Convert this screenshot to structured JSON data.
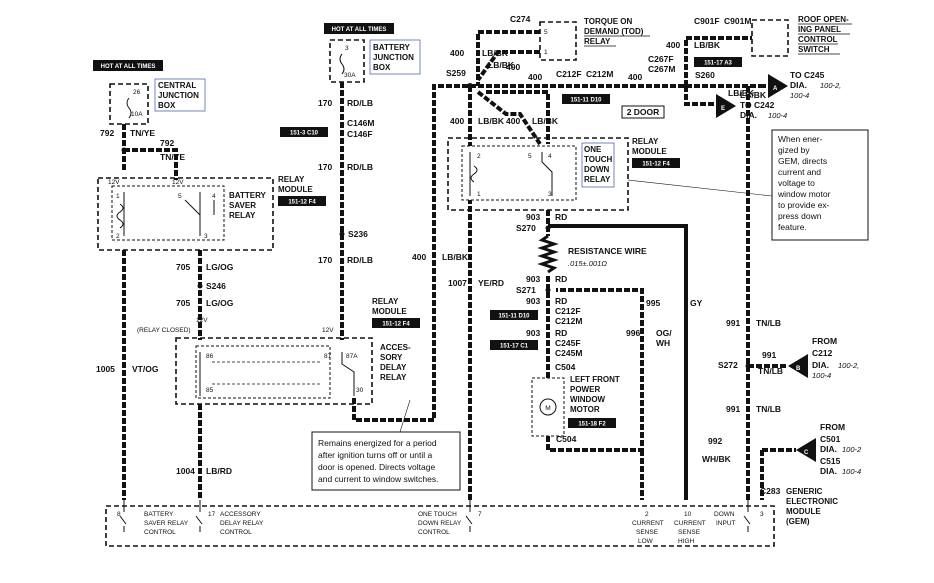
{
  "hot_labels": {
    "left": "HOT AT ALL TIMES",
    "middle": "HOT AT ALL TIMES"
  },
  "fuses": {
    "central": {
      "num": "26",
      "amp": "10A",
      "name": [
        "CENTRAL",
        "JUNCTION",
        "BOX"
      ]
    },
    "battery_jb": {
      "num": "3",
      "amp": "30A",
      "name": [
        "BATTERY",
        "JUNCTION",
        "BOX"
      ]
    }
  },
  "relays": {
    "battery_saver": {
      "name": [
        "BATTERY",
        "SAVER",
        "RELAY"
      ],
      "module": [
        "RELAY",
        "MODULE"
      ],
      "tag": "151-12 F4",
      "v1": "12V",
      "v2": "12V",
      "pins": [
        "1",
        "5",
        "4",
        "2",
        "3"
      ]
    },
    "accessory_delay": {
      "name": [
        "ACCES-",
        "SORY",
        "DELAY",
        "RELAY"
      ],
      "module": [
        "RELAY",
        "MODULE"
      ],
      "tag": "151-12 F4",
      "v1": "12V",
      "v2": "12V",
      "relay_closed": "(RELAY CLOSED)",
      "pins": [
        "86",
        "87",
        "87A",
        "85",
        "30"
      ]
    },
    "one_touch": {
      "name": [
        "ONE",
        "TOUCH",
        "DOWN",
        "RELAY"
      ],
      "module": [
        "RELAY",
        "MODULE"
      ],
      "tag": "151-12 F4",
      "pins": [
        "2",
        "5",
        "4",
        "1",
        "3"
      ]
    }
  },
  "wires": {
    "w792a": "792",
    "tn_ye_a": "TN/YE",
    "w792b": "792",
    "tn_ye_b": "TN/YE",
    "w705a": "705",
    "lg_og_a": "LG/OG",
    "s246": "S246",
    "w705b": "705",
    "lg_og_b": "LG/OG",
    "w1005": "1005",
    "vt_og": "VT/OG",
    "w1004": "1004",
    "lb_rd": "LB/RD",
    "w170a": "170",
    "rd_lb_a": "RD/LB",
    "c146m": "C146M",
    "c146f": "C146F",
    "tag_c10": "151-3 C10",
    "w170b": "170",
    "rd_lb_b": "RD/LB",
    "s236": "S236",
    "w170c": "170",
    "rd_lb_c": "RD/LB",
    "w400_side": "400",
    "lb_bk_side": "LB/BK",
    "c274": "C274",
    "tod_name": [
      "TORQUE ON",
      "DEMAND (TOD)",
      "RELAY"
    ],
    "tod_pins": [
      "5",
      "1"
    ],
    "w400_t1": "400",
    "lb_bk_t1": "LB/BK",
    "s259": "S259",
    "w400_t2": "400",
    "lb_bk_t2": "LB/BK",
    "w400_t3": "400",
    "c212f": "C212F",
    "c212m": "C212M",
    "w400_t4": "400",
    "c267f": "C267F",
    "c267m": "C267M",
    "s260": "S260",
    "w400_t5": "400",
    "lb_bk_t5": "LB/BK",
    "tag_a3": "151-17 A3",
    "tag_d10a": "151-11 D10",
    "w400_t6": "400",
    "lb_bk_t6": "LB/BK",
    "w400_t7": "400",
    "lb_bk_t7": "LB/BK",
    "c901f": "C901F",
    "c901m": "C901M",
    "roof_name": [
      "ROOF OPEN-",
      "ING PANEL",
      "CONTROL",
      "SWITCH"
    ],
    "w400_rf": "400",
    "lb_bk_rf": "LB/BK",
    "two_door": "2 DOOR",
    "to_c245": [
      "TO C245",
      "DIA."
    ],
    "ref_c245": [
      "100-2,",
      "100-4"
    ],
    "to_c242": [
      "TO C242",
      "DIA."
    ],
    "ref_c242": "100-4",
    "lb_bk_a": "LB/BK",
    "lb_bk_e": "LB/BK",
    "w903a": "903",
    "rd_a": "RD",
    "s270": "S270",
    "res_name": "RESISTANCE WIRE",
    "res_val": ".015±.001Ω",
    "w903b": "903",
    "rd_b": "RD",
    "s271": "S271",
    "w1007": "1007",
    "ye_rd": "YE/RD",
    "w903c": "903",
    "rd_c": "RD",
    "c212f2": "C212F",
    "c212m2": "C212M",
    "tag_d10b": "151-11 D10",
    "w903d": "903",
    "rd_d": "RD",
    "c245f": "C245F",
    "c245m": "C245M",
    "tag_c1": "151-17 C1",
    "c504a": "C504",
    "motor_name": [
      "LEFT FRONT",
      "POWER",
      "WINDOW",
      "MOTOR"
    ],
    "tag_f2": "151-18 F2",
    "c504b": "C504",
    "w995": "995",
    "gy": "GY",
    "w996": "996",
    "og_wh": [
      "OG/",
      "WH"
    ],
    "w991a": "991",
    "tn_lb_a": "TN/LB",
    "s272": "S272",
    "w991b": "991",
    "tn_lb_b": "TN/LB",
    "from_c212": [
      "FROM",
      "C212",
      "DIA."
    ],
    "ref_c212": [
      "100-2,",
      "100-4"
    ],
    "w991c": "991",
    "tn_lb_c": "TN/LB",
    "w992": "992",
    "wh_bk": "WH/BK",
    "from_c501": [
      "FROM",
      "C501",
      "DIA.",
      "C515",
      "DIA."
    ],
    "ref_c501a": "100-2",
    "ref_c501b": "100-4",
    "conn_b": "B",
    "conn_c": "C",
    "conn_a": "A",
    "conn_e": "E"
  },
  "gem": {
    "c283": "C283",
    "name": [
      "GENERIC",
      "ELECTRONIC",
      "MODULE",
      "(GEM)"
    ],
    "pins": [
      {
        "num": "8",
        "label": [
          "BATTERY",
          "SAVER RELAY",
          "CONTROL"
        ]
      },
      {
        "num": "17",
        "label": [
          "ACCESSORY",
          "DELAY RELAY",
          "CONTROL"
        ]
      },
      {
        "num": "7",
        "label": [
          "ONE TOUCH",
          "DOWN RELAY",
          "CONTROL"
        ]
      },
      {
        "num": "2",
        "label": [
          "CURRENT",
          "SENSE",
          "LOW"
        ]
      },
      {
        "num": "10",
        "label": [
          "CURRENT",
          "SENSE",
          "HIGH"
        ]
      },
      {
        "num": "3",
        "label": [
          "DOWN",
          "INPUT"
        ]
      }
    ]
  },
  "notes": {
    "gem_note": [
      "When ener-",
      "gized by",
      "GEM, directs",
      "current and",
      "voltage to",
      "window motor",
      "to provide ex-",
      "press down",
      "feature."
    ],
    "relay_note": [
      "Remains energized for a period",
      "after ignition turns off or until a",
      "door is opened. Directs voltage",
      "and current to window switches."
    ]
  }
}
